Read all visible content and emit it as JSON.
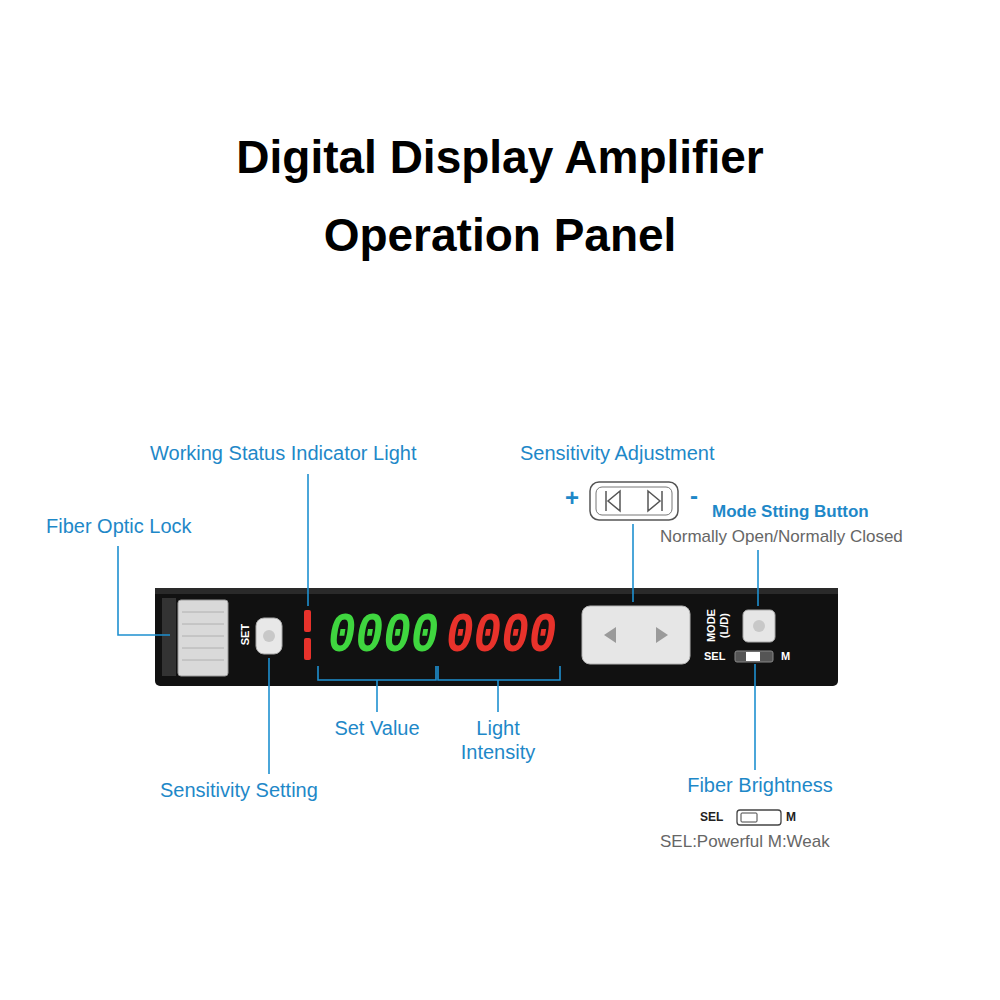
{
  "diagram": {
    "title": "Digital Display Amplifier Operation Panel",
    "labels": [
      "Working Status Indicator Light",
      "Sensitivity Adjustment",
      "+",
      "-",
      "Mode Stting Button",
      "Normally Open/Normally Closed",
      "Fiber Optic Lock",
      "SET",
      "0000",
      "0000",
      "MODE",
      "(L/D)",
      "SEL",
      "M",
      "Set Value",
      "Light Intensity",
      "Sensitivity Setting",
      "Fiber Brightness",
      "SEL",
      "M",
      "SEL:Powerful M:Weak"
    ]
  }
}
